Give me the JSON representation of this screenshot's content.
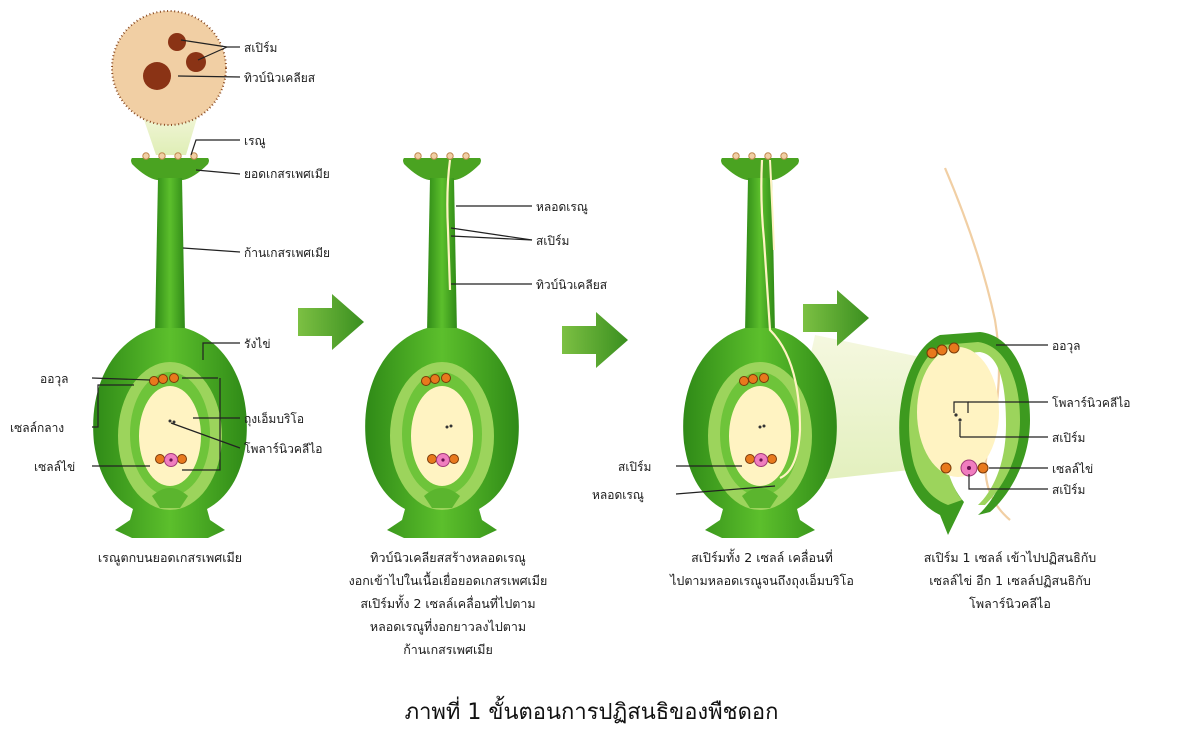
{
  "figure_caption": "ภาพที่ 1 ขั้นตอนการปฏิสนธิของพืชดอก",
  "colors": {
    "dark_green": "#3d9a1f",
    "mid_green": "#5bb52e",
    "light_green": "#9cd45c",
    "cream": "#fff3c2",
    "arrow_green": "#4ea22a",
    "pollen_fill": "#f1cfa4",
    "nucleus": "#8a3315",
    "sperm_orange": "#e8791d",
    "egg_pink": "#f07dbf"
  },
  "stages": [
    {
      "caption_lines": [
        "เรณูตกบนยอดเกสรเพศเมีย"
      ],
      "labels": {
        "sperm": "สเปิร์ม",
        "tube_nucleus": "ทิวบ์นิวเคลียส",
        "pollen": "เรณู",
        "stigma": "ยอดเกสรเพศเมีย",
        "style": "ก้านเกสรเพศเมีย",
        "ovary": "รังไข่",
        "ovule": "ออวุล",
        "central_cell": "เซลล์กลาง",
        "egg_cell": "เซลล์ไข่",
        "embryo_sac": "ถุงเอ็มบริโอ",
        "polar_nuclei": "โพลาร์นิวคลีไอ"
      }
    },
    {
      "caption_lines": [
        "ทิวบ์นิวเคลียสสร้างหลอดเรณู",
        "งอกเข้าไปในเนื้อเยื่อยอดเกสรเพศเมีย",
        "สเปิร์มทั้ง 2 เซลล์เคลื่อนที่ไปตาม",
        "หลอดเรณูที่งอกยาวลงไปตาม",
        "ก้านเกสรเพศเมีย"
      ],
      "labels": {
        "pollen_tube": "หลอดเรณู",
        "sperm": "สเปิร์ม",
        "tube_nucleus": "ทิวบ์นิวเคลียส"
      }
    },
    {
      "caption_lines": [
        "สเปิร์มทั้ง 2 เซลล์ เคลื่อนที่",
        "ไปตามหลอดเรณูจนถึงถุงเอ็มบริโอ"
      ],
      "labels": {
        "sperm": "สเปิร์ม",
        "pollen_tube": "หลอดเรณู"
      }
    },
    {
      "caption_lines": [
        "สเปิร์ม 1 เซลล์ เข้าไปปฏิสนธิกับ",
        "เซลล์ไข่ อีก 1 เซลล์ปฏิสนธิกับ",
        "โพลาร์นิวคลีไอ"
      ],
      "labels": {
        "ovule": "ออวุล",
        "polar_nuclei": "โพลาร์นิวคลีไอ",
        "sperm_upper": "สเปิร์ม",
        "egg_cell": "เซลล์ไข่",
        "sperm_lower": "สเปิร์ม"
      }
    }
  ]
}
